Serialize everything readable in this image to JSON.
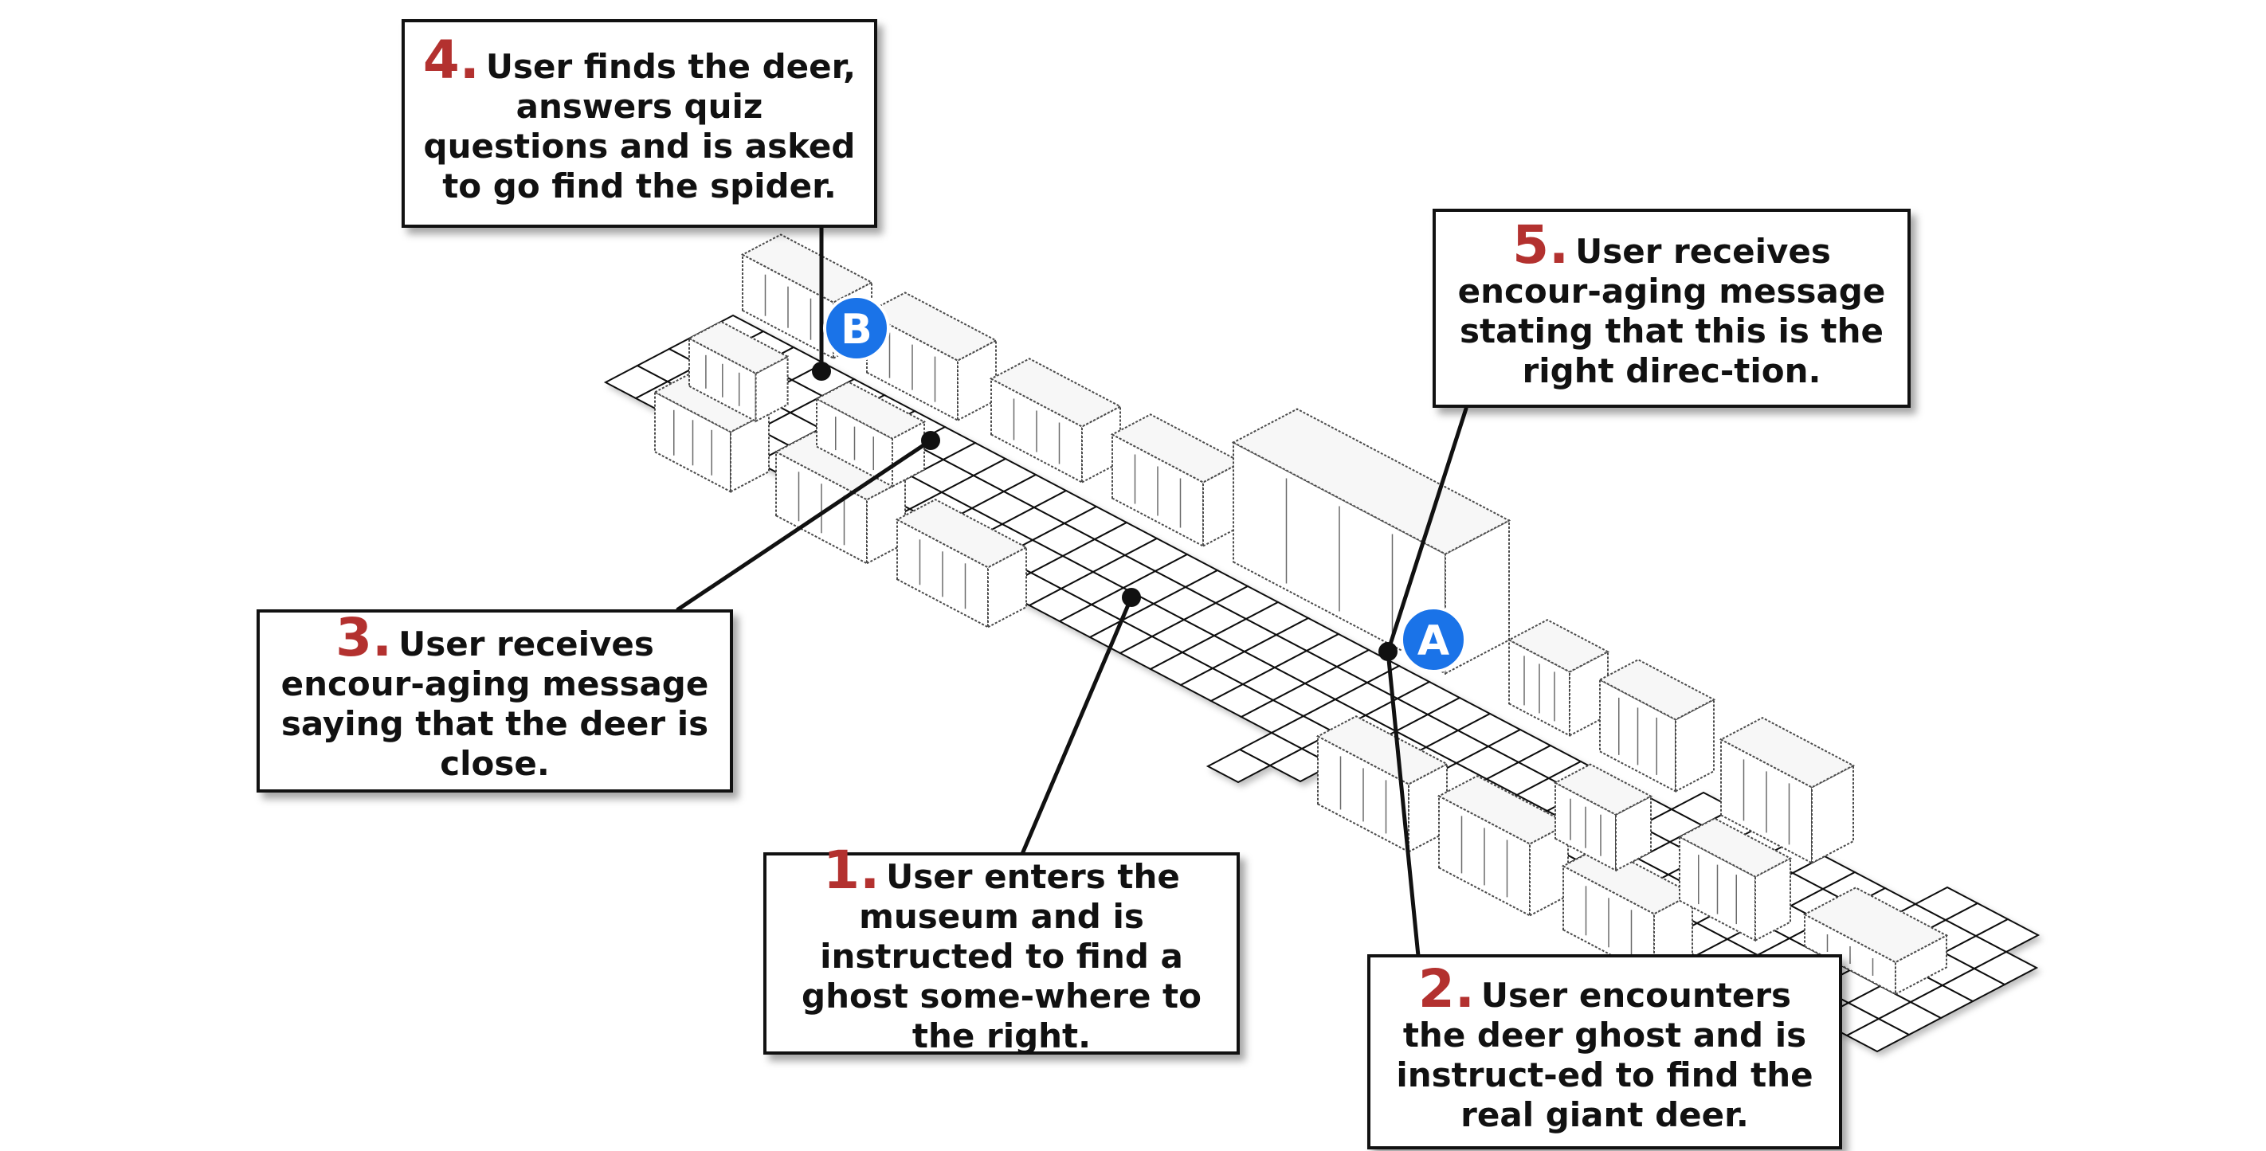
{
  "colors": {
    "number": "#b3312f",
    "marker": "#1a73e8",
    "line": "#111111",
    "model_stroke": "#4a4a4a"
  },
  "markers": [
    {
      "id": "A",
      "label": "A"
    },
    {
      "id": "B",
      "label": "B"
    }
  ],
  "callouts": [
    {
      "id": "1",
      "number": "1.",
      "text": "User enters the museum and is instructed to find a ghost some-where to the right."
    },
    {
      "id": "2",
      "number": "2.",
      "text": "User encounters the deer ghost and is instruct-ed to find the real giant deer."
    },
    {
      "id": "3",
      "number": "3.",
      "text": "User receives encour-aging message saying that the deer is close."
    },
    {
      "id": "4",
      "number": "4.",
      "text": "User finds the deer, answers quiz questions and is asked to go find the spider."
    },
    {
      "id": "5",
      "number": "5.",
      "text": "User receives encour-aging message stating that this is the right direc-tion."
    }
  ]
}
